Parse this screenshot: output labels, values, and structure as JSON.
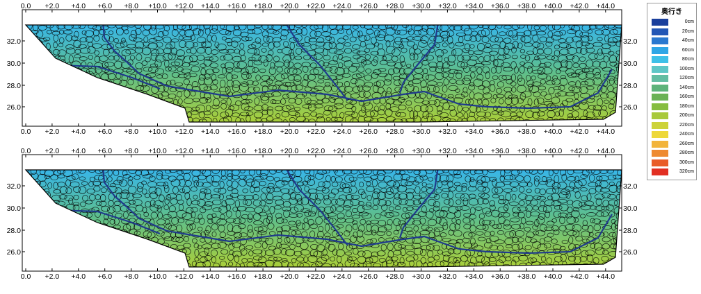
{
  "panels": [
    {
      "id": "top",
      "x_ticks": [
        "0.0",
        "+2.0",
        "+4.0",
        "+6.0",
        "+8.0",
        "+10.0",
        "+12.0",
        "+14.0",
        "+16.0",
        "+18.0",
        "+20.0",
        "+22.0",
        "+24.0",
        "+26.0",
        "+28.0",
        "+30.0",
        "+32.0",
        "+34.0",
        "+36.0",
        "+38.0",
        "+40.0",
        "+42.0",
        "+44.0"
      ],
      "y_ticks": [
        "32.0",
        "30.0",
        "28.0",
        "26.0"
      ]
    },
    {
      "id": "bottom",
      "x_ticks": [
        "0.0",
        "+2.0",
        "+4.0",
        "+6.0",
        "+8.0",
        "+10.0",
        "+12.0",
        "+14.0",
        "+16.0",
        "+18.0",
        "+20.0",
        "+22.0",
        "+24.0",
        "+26.0",
        "+28.0",
        "+30.0",
        "+32.0",
        "+34.0",
        "+36.0",
        "+38.0",
        "+40.0",
        "+42.0",
        "+44.0"
      ],
      "y_ticks": [
        "32.0",
        "30.0",
        "28.0",
        "26.0"
      ]
    }
  ],
  "legend": {
    "title": "奥行き",
    "items": [
      {
        "label": "0cm",
        "color": "#1a3f9c"
      },
      {
        "label": "20cm",
        "color": "#2256b5"
      },
      {
        "label": "40cm",
        "color": "#2a78cf"
      },
      {
        "label": "60cm",
        "color": "#2fa6e6"
      },
      {
        "label": "80cm",
        "color": "#3fc0e8"
      },
      {
        "label": "100cm",
        "color": "#5fc6c6"
      },
      {
        "label": "120cm",
        "color": "#63bda2"
      },
      {
        "label": "140cm",
        "color": "#5db37a"
      },
      {
        "label": "160cm",
        "color": "#6ab255"
      },
      {
        "label": "180cm",
        "color": "#86bd3f"
      },
      {
        "label": "200cm",
        "color": "#a8c93a"
      },
      {
        "label": "220cm",
        "color": "#cdd33a"
      },
      {
        "label": "240cm",
        "color": "#eed83a"
      },
      {
        "label": "260cm",
        "color": "#f2b43a"
      },
      {
        "label": "280cm",
        "color": "#ee8a30"
      },
      {
        "label": "300cm",
        "color": "#e95c28"
      },
      {
        "label": "320cm",
        "color": "#e22f22"
      }
    ]
  },
  "colors": {
    "stone_outline": "#000000",
    "joint_line": "#1f3a8c",
    "gradient_top": "#38b6e8",
    "gradient_mid": "#5fbf8a",
    "gradient_bottom": "#a9cf3a"
  }
}
